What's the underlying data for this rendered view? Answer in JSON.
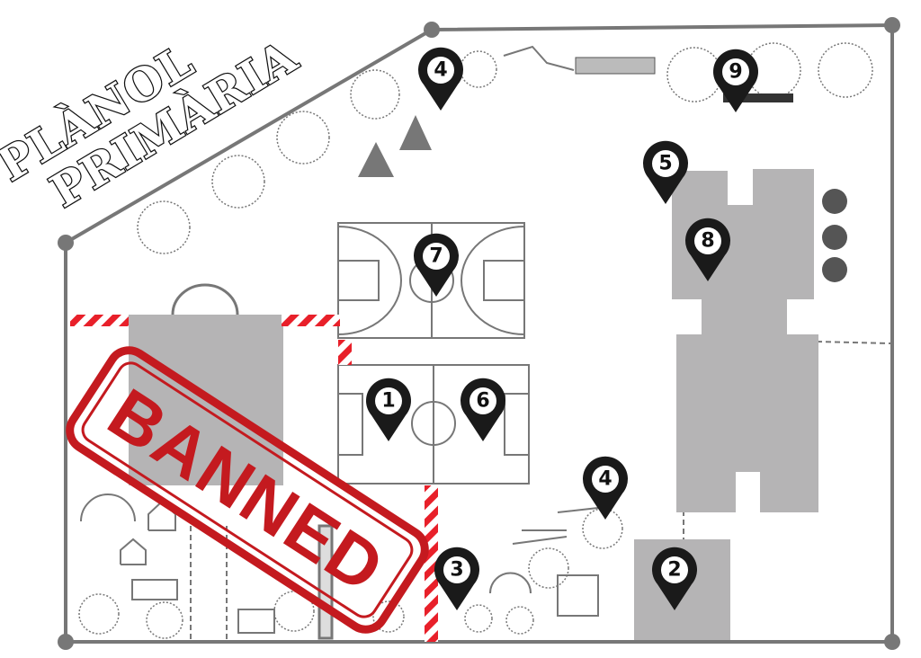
{
  "map": {
    "title_line1": "PLÀNOL",
    "title_line2": "PRIMÀRIA",
    "stamp": "BANNED",
    "colors": {
      "boundary": "#777777",
      "building": "#b5b4b5",
      "hazard": "#e8202a",
      "stamp": "#c41a1f",
      "pin": "#1a1a1a"
    },
    "pins": [
      {
        "label": "4"
      },
      {
        "label": "9"
      },
      {
        "label": "5"
      },
      {
        "label": "8"
      },
      {
        "label": "7"
      },
      {
        "label": "1"
      },
      {
        "label": "6"
      },
      {
        "label": "4"
      },
      {
        "label": "3"
      },
      {
        "label": "2"
      }
    ]
  }
}
